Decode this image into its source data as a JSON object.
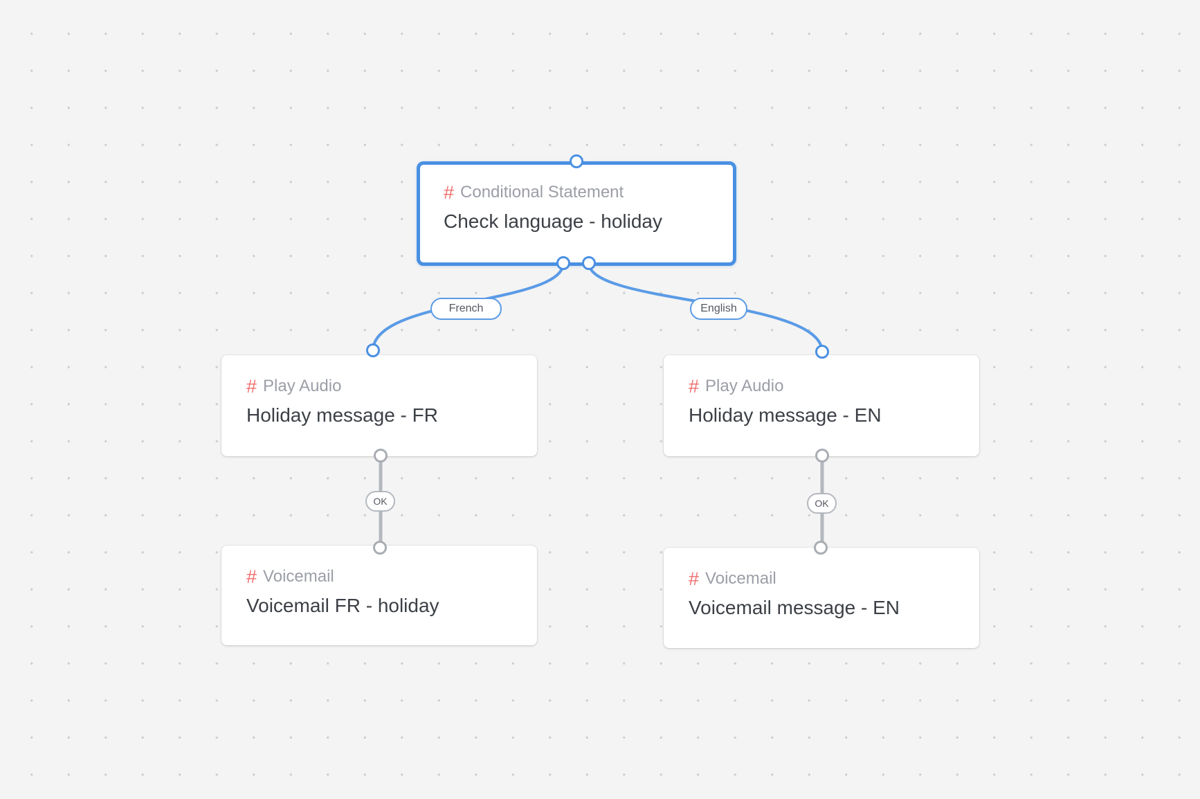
{
  "canvas": {
    "background": "#f4f4f4",
    "accent": "#4a90e2",
    "hash_color": "#f06e6e"
  },
  "nodes": [
    {
      "id": "check",
      "type": "Conditional Statement",
      "title": "Check language - holiday",
      "selected": true
    },
    {
      "id": "audio_fr",
      "type": "Play Audio",
      "title": "Holiday message - FR"
    },
    {
      "id": "audio_en",
      "type": "Play Audio",
      "title": "Holiday message - EN"
    },
    {
      "id": "vm_fr",
      "type": "Voicemail",
      "title": "Voicemail FR - holiday"
    },
    {
      "id": "vm_en",
      "type": "Voicemail",
      "title": "Voicemail message - EN"
    }
  ],
  "edges": [
    {
      "from": "check",
      "to": "audio_fr",
      "label": "French",
      "style": "blue"
    },
    {
      "from": "check",
      "to": "audio_en",
      "label": "English",
      "style": "blue"
    },
    {
      "from": "audio_fr",
      "to": "vm_fr",
      "label": "OK",
      "style": "grey"
    },
    {
      "from": "audio_en",
      "to": "vm_en",
      "label": "OK",
      "style": "grey"
    }
  ],
  "icons": {
    "node_type": "hash-icon"
  }
}
